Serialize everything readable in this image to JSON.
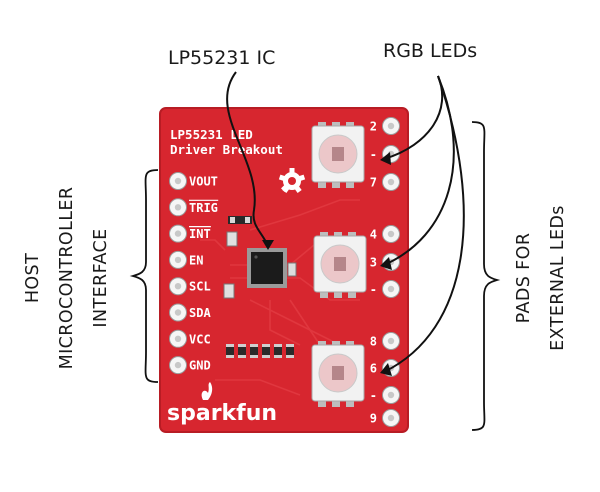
{
  "callouts": {
    "ic": "LP55231 IC",
    "leds": "RGB LEDs"
  },
  "side_labels": {
    "left": [
      "HOST",
      "MICROCONTROLLER",
      "INTERFACE"
    ],
    "right": [
      "PADS FOR",
      "EXTERNAL LEDs"
    ]
  },
  "board": {
    "title_lines": [
      "LP55231 LED",
      "Driver Breakout"
    ],
    "brand": "sparkfun",
    "left_pins": [
      "VOUT",
      "TRIG",
      "INT",
      "EN",
      "SCL",
      "SDA",
      "VCC",
      "GND"
    ],
    "right_pads": [
      "2",
      "-",
      "7",
      "4",
      "3",
      "-",
      "8",
      "6",
      "-",
      "9"
    ],
    "colors": {
      "pcb": "#d7262f",
      "pcb_dark": "#b81c24",
      "trace": "#e8454c",
      "silk": "#ffffff",
      "ic": "#1b1b1b",
      "led_body": "#f2f2f2",
      "led_lens": "#ecc7c9",
      "pad": "#f6f6f6",
      "line": "#111111"
    }
  }
}
